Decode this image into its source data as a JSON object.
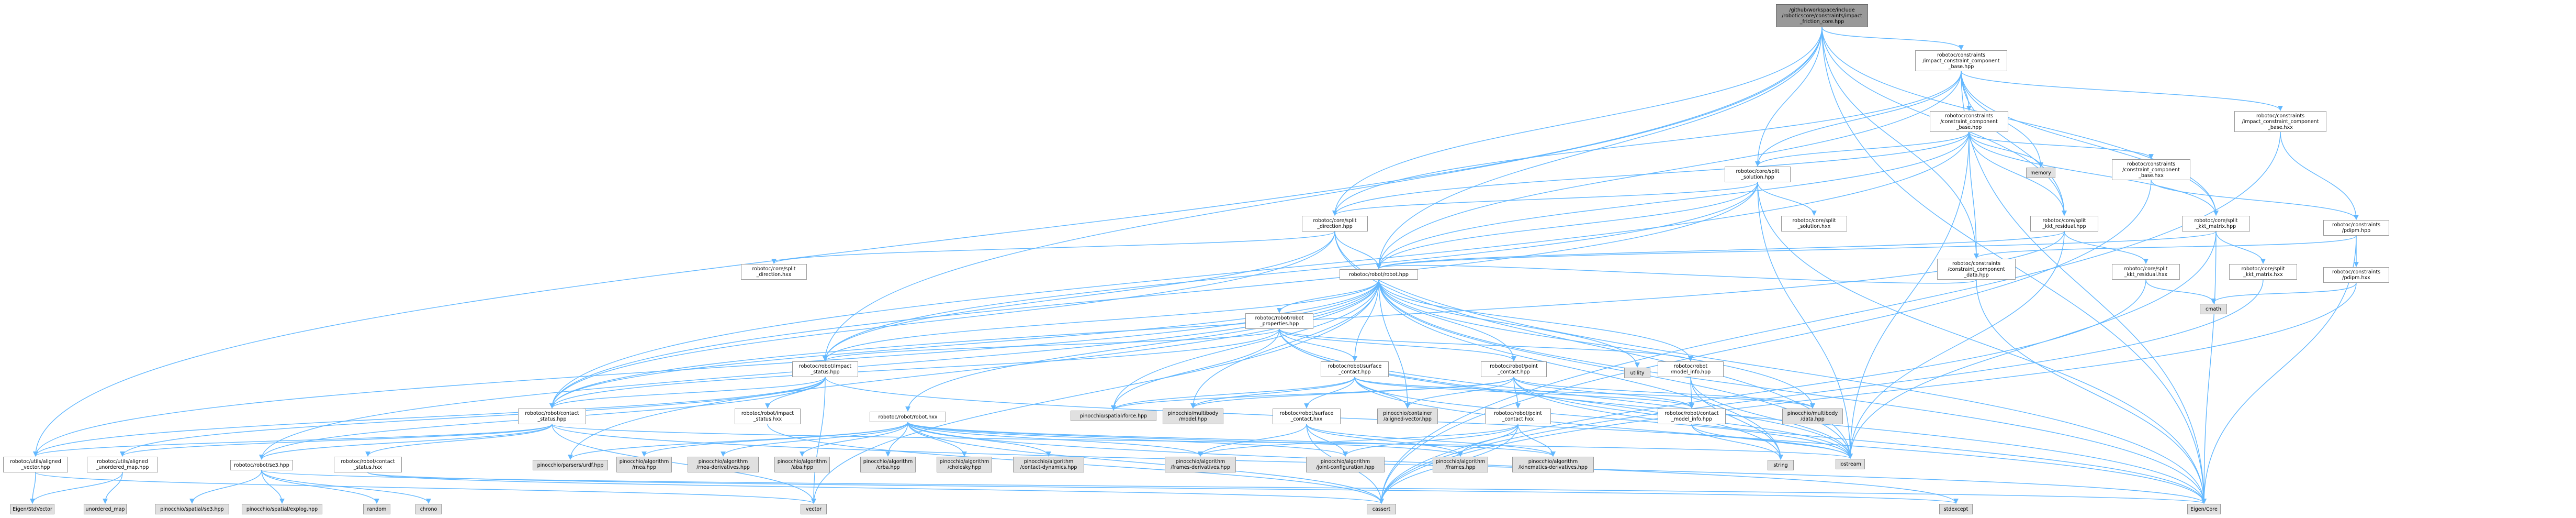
{
  "colors": {
    "edge": "#63b8ff",
    "node_border": "#999999",
    "external_fill": "#e0e0e0",
    "root_fill": "#999999"
  },
  "nodes": {
    "root": "/github/workspace/include\n/roboticscore/constraints/impact\n_friction_core.hpp",
    "icc_base_hpp": "robotoc/constraints\n/impact_constraint_component\n_base.hpp",
    "cc_base_hpp": "robotoc/constraints\n/constraint_component\n_base.hpp",
    "icc_base_hxx": "robotoc/constraints\n/impact_constraint_component\n_base.hxx",
    "cc_base_hxx": "robotoc/constraints\n/constraint_component\n_base.hxx",
    "memory": "memory",
    "split_solution_hpp": "robotoc/core/split\n_solution.hpp",
    "split_solution_hxx": "robotoc/core/split\n_solution.hxx",
    "split_direction_hpp": "robotoc/core/split\n_direction.hpp",
    "split_direction_hxx": "robotoc/core/split\n_direction.hxx",
    "split_kkt_residual_hpp": "robotoc/core/split\n_kkt_residual.hpp",
    "split_kkt_residual_hxx": "robotoc/core/split\n_kkt_residual.hxx",
    "split_kkt_matrix_hpp": "robotoc/core/split\n_kkt_matrix.hpp",
    "split_kkt_matrix_hxx": "robotoc/core/split\n_kkt_matrix.hxx",
    "constraint_data_hpp": "robotoc/constraints\n/constraint_component\n_data.hpp",
    "pdipm_hpp": "robotoc/constraints\n/pdipm.hpp",
    "pdipm_hxx": "robotoc/constraints\n/pdipm.hxx",
    "cmath": "cmath",
    "robot_hpp": "robotoc/robot/robot.hpp",
    "robot_properties_hpp": "robotoc/robot/robot\n_properties.hpp",
    "impact_status_hpp": "robotoc/robot/impact\n_status.hpp",
    "impact_status_hxx": "robotoc/robot/impact\n_status.hxx",
    "surface_contact_hpp": "robotoc/robot/surface\n_contact.hpp",
    "surface_contact_hxx": "robotoc/robot/surface\n_contact.hxx",
    "point_contact_hpp": "robotoc/robot/point\n_contact.hpp",
    "point_contact_hxx": "robotoc/robot/point\n_contact.hxx",
    "model_info_hpp": "robotoc/robot\n/model_info.hpp",
    "contact_model_info_hpp": "robotoc/robot/contact\n_model_info.hpp",
    "contact_status_hpp": "robotoc/robot/contact\n_status.hpp",
    "contact_status_hxx": "robotoc/robot/contact\n_status.hxx",
    "robot_hxx": "robotoc/robot/robot.hxx",
    "se3_hpp": "robotoc/robot/se3.hpp",
    "aligned_vector_hpp": "robotoc/utils/aligned\n_vector.hpp",
    "aligned_umap_hpp": "robotoc/utils/aligned\n_unordered_map.hpp",
    "utility": "utility",
    "eigen_stdvector": "Eigen/StdVector",
    "unordered_map": "unordered_map",
    "pin_se3": "pinocchio/spatial/se3.hpp",
    "pin_explog": "pinocchio/spatial/explog.hpp",
    "random": "random",
    "chrono": "chrono",
    "pin_force": "pinocchio/spatial/force.hpp",
    "pin_model": "pinocchio/multibody\n/model.hpp",
    "pin_aligned_vector": "pinocchio/container\n/aligned-vector.hpp",
    "pin_data": "pinocchio/multibody\n/data.hpp",
    "pin_urdf": "pinocchio/parsers/urdf.hpp",
    "pin_rnea": "pinocchio/algorithm\n/rnea.hpp",
    "pin_rnea_deriv": "pinocchio/algorithm\n/rnea-derivatives.hpp",
    "pin_aba": "pinocchio/algorithm\n/aba.hpp",
    "pin_crba": "pinocchio/algorithm\n/crba.hpp",
    "pin_cholesky": "pinocchio/algorithm\n/cholesky.hpp",
    "pin_contact_dyn": "pinocchio/algorithm\n/contact-dynamics.hpp",
    "pin_frames_deriv": "pinocchio/algorithm\n/frames-derivatives.hpp",
    "pin_joint_config": "pinocchio/algorithm\n/joint-configuration.hpp",
    "pin_frames": "pinocchio/algorithm\n/frames.hpp",
    "pin_kin_deriv": "pinocchio/algorithm\n/kinematics-derivatives.hpp",
    "string": "string",
    "iostream": "iostream",
    "vector": "vector",
    "cassert": "cassert",
    "stdexcept": "stdexcept",
    "eigen_core": "Eigen/Core"
  }
}
